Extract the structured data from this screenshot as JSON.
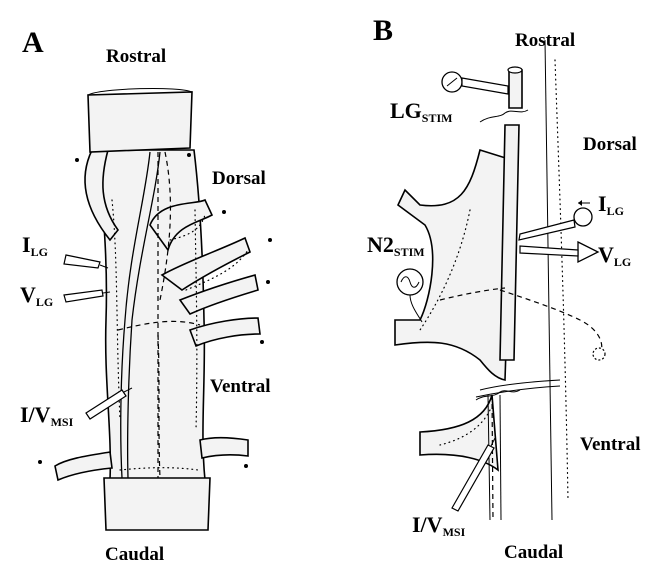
{
  "panels": {
    "a": {
      "letter": "A",
      "rostral": "Rostral",
      "dorsal": "Dorsal",
      "ventral": "Ventral",
      "caudal": "Caudal",
      "i_lg": {
        "main": "I",
        "sub": "LG"
      },
      "v_lg": {
        "main": "V",
        "sub": "LG"
      },
      "iv_msi": {
        "main": "I/V",
        "sub": "MSI"
      }
    },
    "b": {
      "letter": "B",
      "rostral": "Rostral",
      "dorsal": "Dorsal",
      "ventral": "Ventral",
      "caudal": "Caudal",
      "lg_stim": {
        "main": "LG",
        "sub": "STIM"
      },
      "n2_stim": {
        "main": "N2",
        "sub": "STIM"
      },
      "i_lg": {
        "main": "I",
        "sub": "LG"
      },
      "v_lg": {
        "main": "V",
        "sub": "LG"
      },
      "iv_msi": {
        "main": "I/V",
        "sub": "MSI"
      }
    }
  },
  "icons": [
    "electrode-icon",
    "stimulator-icon",
    "amplifier-icon",
    "current-source-icon"
  ]
}
